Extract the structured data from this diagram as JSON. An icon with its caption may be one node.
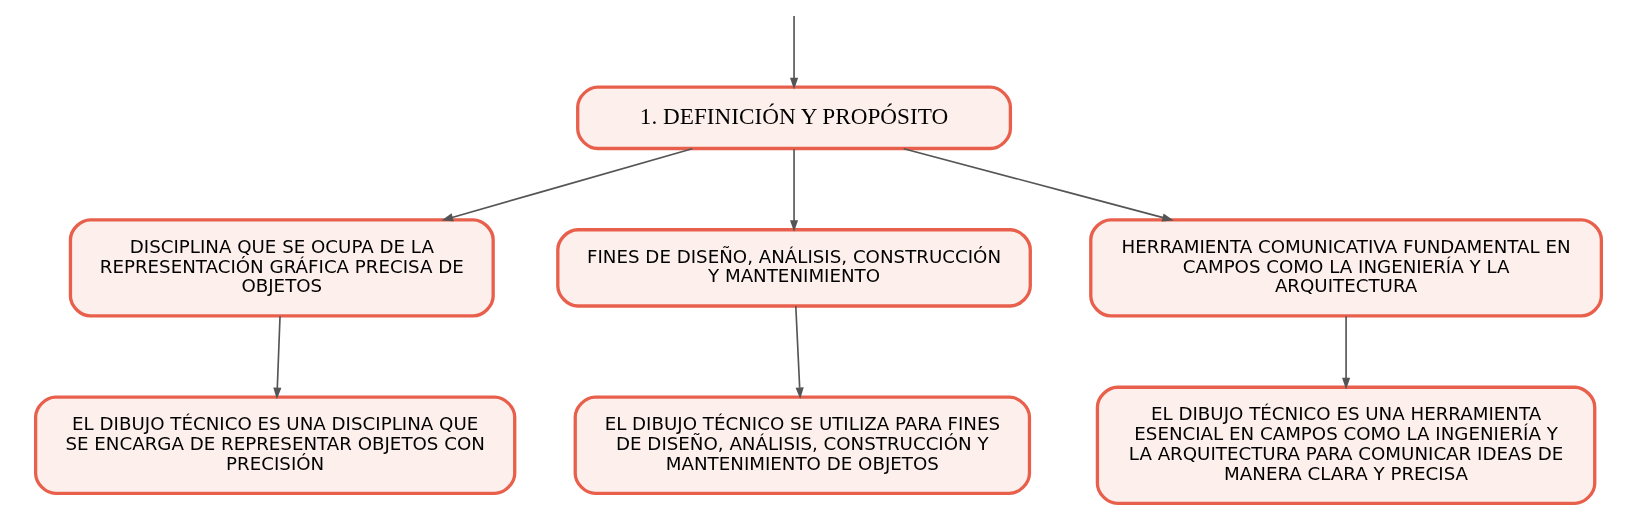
{
  "diagram": {
    "nodes": [
      {
        "text": [
          "1. DEFINICIÓN Y PROPÓSITO"
        ]
      },
      {
        "text": [
          "DISCIPLINA QUE SE OCUPA DE LA REPRESENTACIÓN GRÁFICA PRECISA DE OBJETOS"
        ]
      },
      {
        "text": [
          "FINES DE DISEÑO, ANÁLISIS, CONSTRUCCIÓN Y MANTENIMIENTO"
        ]
      },
      {
        "text": [
          "HERRAMIENTA COMUNICATIVA FUNDAMENTAL EN CAMPOS COMO LA INGENIERÍA Y LA ARQUITECTURA"
        ]
      },
      {
        "text": [
          "EL DIBUJO TÉCNICO ES UNA DISCIPLINA QUE SE ENCARGA DE REPRESENTAR OBJETOS CON PRECISIÓN"
        ]
      },
      {
        "text": [
          "EL DIBUJO TÉCNICO SE UTILIZA PARA FINES DE DISEÑO, ANÁLISIS, CONSTRUCCIÓN Y MANTENIMIENTO DE OBJETOS"
        ]
      },
      {
        "text": [
          "EL DIBUJO TÉCNICO ES UNA HERRAMIENTA ESENCIAL EN CAMPOS COMO LA INGENIERÍA Y LA ARQUITECTURA PARA COMUNICAR IDEAS DE MANERA CLARA Y PRECISA"
        ]
      }
    ],
    "edges": [
      {
        "from": null,
        "to": 0,
        "arrow": "to"
      },
      {
        "from": 0,
        "to": 1,
        "arrow": "to"
      },
      {
        "from": 0,
        "to": 2,
        "arrow": "to"
      },
      {
        "from": 0,
        "to": 3,
        "arrow": "to"
      },
      {
        "from": 1,
        "to": 4,
        "arrow": "to"
      },
      {
        "from": 2,
        "to": 5,
        "arrow": "to"
      },
      {
        "from": 3,
        "to": 6,
        "arrow": "to"
      }
    ]
  }
}
